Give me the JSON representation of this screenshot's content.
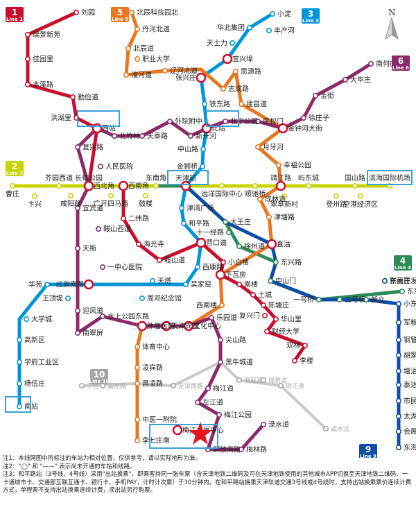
{
  "lines": [
    {
      "key": "l1",
      "name": "1号线",
      "sub": "Line 1",
      "color": "#c8102e"
    },
    {
      "key": "l2",
      "name": "2号线",
      "sub": "Line 2",
      "color": "#c8d400"
    },
    {
      "key": "l3",
      "name": "3号线",
      "sub": "Line 3",
      "color": "#0095d9"
    },
    {
      "key": "l4",
      "name": "4号线",
      "sub": "Line 4",
      "color": "#2e8b57"
    },
    {
      "key": "l5",
      "name": "5号线",
      "sub": "Line 5",
      "color": "#e87722"
    },
    {
      "key": "l6",
      "name": "6号线",
      "sub": "Line 6",
      "color": "#8c2a6a"
    },
    {
      "key": "l9",
      "name": "9号线",
      "sub": "Line 9",
      "color": "#0d4ea6"
    },
    {
      "key": "l10",
      "name": "10号线",
      "sub": "Line 10",
      "color": "#a5a5a5"
    }
  ],
  "stations": {
    "l1": [
      "刘园",
      "瑞景新苑",
      "佳园里",
      "本溪路",
      "勤俭道",
      "洪湖里",
      "西站",
      "西北角",
      "西南角",
      "二纬路",
      "海光寺",
      "鞍山道",
      "营口道",
      "小白楼",
      "下瓦房",
      "南楼",
      "土城",
      "陈塘庄",
      "复兴门",
      "华山里",
      "财经大学",
      "双林",
      "李楼"
    ],
    "l2": [
      "曹庄",
      "卞兴",
      "芥园西道",
      "咸阳路",
      "长虹公园",
      "广开四马路",
      "西南角",
      "鼓楼",
      "东南角",
      "天津站",
      "远洋国际中心",
      "顺驰桥",
      "靖江路",
      "翠阜新村",
      "屿东城",
      "登州路",
      "国山路",
      "空港经济区",
      "滨海国际机场"
    ],
    "l3": [
      "小淀",
      "丰产河",
      "华北集团",
      "天士力",
      "宜兴埠",
      "张兴庄",
      "铁东路",
      "北站",
      "中山路",
      "金狮桥",
      "天津站",
      "津湾广场",
      "和平路",
      "营口道",
      "西康路",
      "吴家窑",
      "天塔",
      "周邓纪念馆",
      "红旗南路",
      "王顶堤",
      "华苑",
      "大学城",
      "高新区",
      "学府工业区",
      "杨伍庄",
      "南站"
    ],
    "l4": [
      "东南角",
      "天津站",
      "大王庄",
      "十一经路",
      "徐州道",
      "东兴路",
      "中山门",
      "一号桥",
      "二号桥",
      "新立",
      "东丽六经路"
    ],
    "l5": [
      "北辰科技园北",
      "丹河北道",
      "北辰道",
      "职业大学",
      "淮河道",
      "辽河北道",
      "宜兴埠",
      "张兴庄",
      "志成路",
      "思源路",
      "建昌道",
      "金钟河大街",
      "月牙河",
      "幸福公园",
      "靖江路",
      "成林道",
      "津塘路",
      "直沽",
      "下瓦房",
      "西南楼",
      "文化中心",
      "天津宾馆",
      "肿瘤医院",
      "体育中心",
      "凌宾路",
      "昌凌路",
      "中医一附院",
      "李七庄南"
    ],
    "l6": [
      "南何庄",
      "大毕庄",
      "金街",
      "徐庄子",
      "金钟河大街",
      "民权门",
      "北宁公园",
      "北站",
      "新开河",
      "外院附中",
      "天泰路",
      "北竹林",
      "西站",
      "复兴路",
      "人民医院",
      "长虹公园",
      "宜宾道",
      "鞍山西道",
      "天拖",
      "一中心医院",
      "红旗南路",
      "迎风道",
      "南翠屏",
      "水上公园东路",
      "肿瘤医院",
      "天津宾馆",
      "文化中心",
      "乐园道",
      "尖山路",
      "黑牛城道",
      "梅江道",
      "左江道",
      "梅江公园",
      "梅江会展中心",
      "解放南路",
      "梅林路",
      "渌水道"
    ],
    "l9": [
      "天津站",
      "大王庄",
      "十一经路",
      "直沽",
      "东兴路",
      "中山门",
      "一号桥",
      "二号桥",
      "张贵庄",
      "新立",
      "东丽开发区",
      "小东庄",
      "军粮城",
      "钢管公司",
      "胡家园",
      "塘沽",
      "泰达",
      "市民广场",
      "太湖路",
      "会展中心",
      "东海路"
    ],
    "l10": [
      "于台",
      "富民路",
      "昌凌路",
      "友谊南路",
      "梅江道",
      "洞庭路",
      "瑞景道",
      "琼江道",
      "乐园道",
      "咸水沽"
    ]
  },
  "transfer_points": [
    "西站",
    "西北角",
    "西南角",
    "长虹公园",
    "红旗南路",
    "天津站",
    "北站",
    "营口道",
    "下瓦房",
    "天津宾馆",
    "文化中心",
    "肿瘤医院",
    "金钟河大街",
    "直沽",
    "靖江路",
    "张兴庄",
    "宜兴埠",
    "梅江会展中心"
  ],
  "compass": {
    "letter": "N"
  },
  "notes": [
    "注1：本线网图中所标注的车站为相对位置，仅供参考，请以实际地形为准。",
    "注2：\"◯\" 和 \"——\" 表示尚未开通的车站和线路。",
    "注3：和平路站（3号线、4号线）采用\"出站换乘\"，即乘客持同一张车票（含天津地铁二维码及可在天津地铁使用的其他城市APP切换至天津地铁二维码、一卡通城市卡、交通部互联互通卡、银行卡、手机PAY，计时计次票）于30分钟内，在和平路站换乘天津轨道交通3号线或4号线时，支持出站换乘票价连续计费方式，单程票不支持出站换乘连续计费，须出站另行购票。"
  ]
}
